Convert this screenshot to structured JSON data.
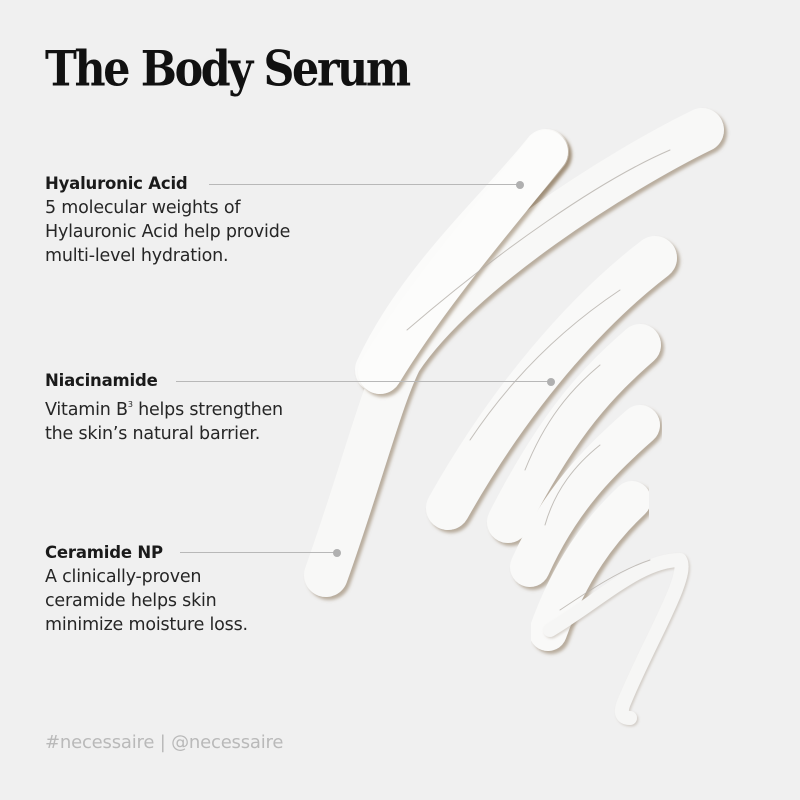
{
  "header": {
    "title": "The Body Serum"
  },
  "ingredients": [
    {
      "name": "Hyaluronic Acid",
      "description": "5 molecular weights of\nHylauronic Acid help provide\nmulti-level hydration."
    },
    {
      "name": "Niacinamide",
      "description_pre": "Vitamin B",
      "description_sup": "3",
      "description_post": " helps strengthen\nthe skin’s natural barrier."
    },
    {
      "name": "Ceramide NP",
      "description": "A clinically-proven\nceramide helps skin\nminimize moisture loss."
    }
  ],
  "footer": {
    "handles": "#necessaire | @necessaire"
  },
  "colors": {
    "background": "#f0f0f0",
    "title": "#111111",
    "body_text": "#262626",
    "leader_line": "#b8b8b8",
    "footer_text": "#b9b9b9",
    "serum": "#fbfbfa",
    "serum_edge": "#a8957d"
  }
}
